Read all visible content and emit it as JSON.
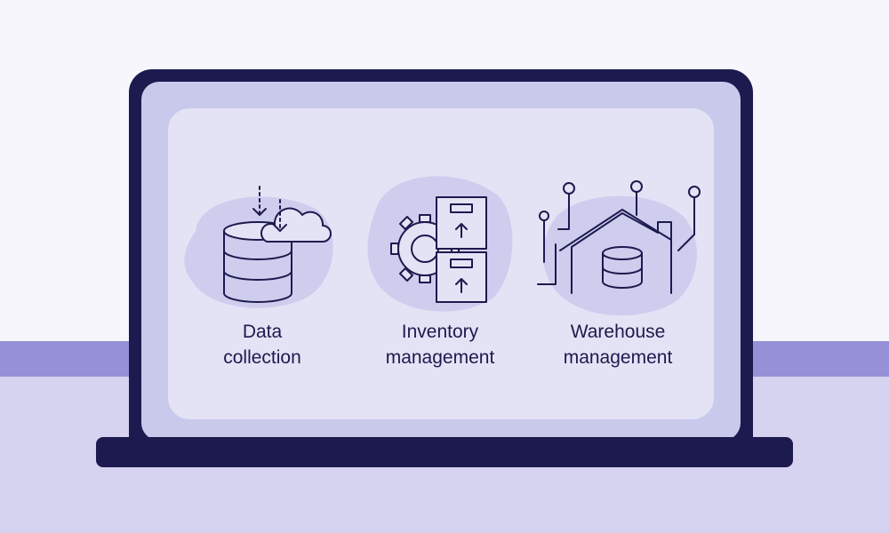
{
  "colors": {
    "navy": "#1c1a4e",
    "blob": "#cfcdee",
    "panel": "#e3e3f5",
    "accent_stripe": "#9690d6",
    "floor": "#d5d3ef"
  },
  "features": [
    {
      "label": "Data\ncollection",
      "icon": "database-cloud-icon"
    },
    {
      "label": "Inventory\nmanagement",
      "icon": "gear-boxes-icon"
    },
    {
      "label": "Warehouse\nmanagement",
      "icon": "smart-warehouse-icon"
    }
  ]
}
